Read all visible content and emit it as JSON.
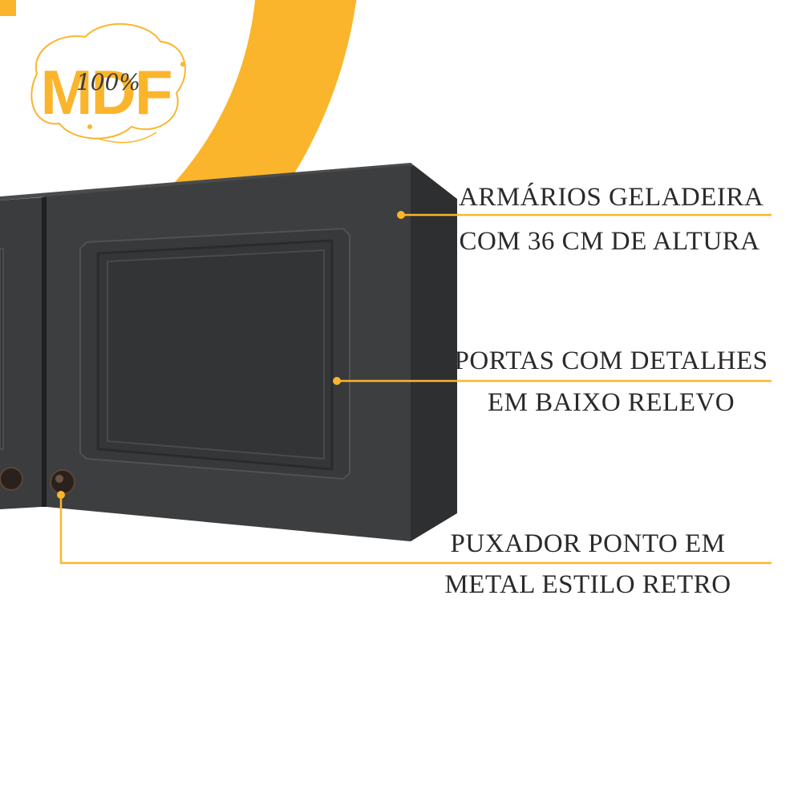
{
  "badge": {
    "brand": "MDF",
    "percent": "100%"
  },
  "callouts": [
    {
      "line1": "ARMÁRIOS GELADEIRA",
      "line2": "COM 36 CM DE ALTURA"
    },
    {
      "line1": "PORTAS COM DETALHES",
      "line2": "EM BAIXO RELEVO"
    },
    {
      "line1": "PUXADOR PONTO EM",
      "line2": "METAL ESTILO RETRO"
    }
  ],
  "colors": {
    "accent": "#FBB52C",
    "cabinet": "#3a3b3d",
    "text": "#2a2a2a"
  }
}
